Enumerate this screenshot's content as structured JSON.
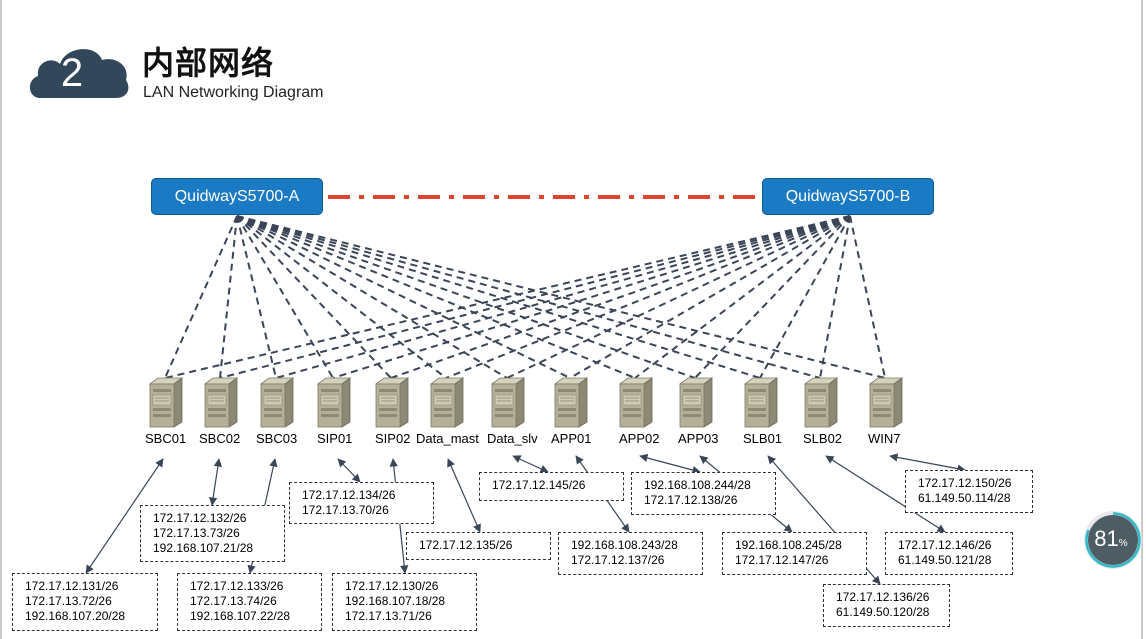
{
  "header": {
    "section_number": "2",
    "title": "内部网络",
    "subtitle": "LAN Networking Diagram"
  },
  "switches": [
    {
      "name": "QuidwayS5700-A"
    },
    {
      "name": "QuidwayS5700-B"
    }
  ],
  "servers": [
    {
      "name": "SBC01"
    },
    {
      "name": "SBC02"
    },
    {
      "name": "SBC03"
    },
    {
      "name": "SIP01"
    },
    {
      "name": "SIP02"
    },
    {
      "name": "Data_mast"
    },
    {
      "name": "Data_slv"
    },
    {
      "name": "APP01"
    },
    {
      "name": "APP02"
    },
    {
      "name": "APP03"
    },
    {
      "name": "SLB01"
    },
    {
      "name": "SLB02"
    },
    {
      "name": "WIN7"
    }
  ],
  "ip_boxes": [
    {
      "server": "SBC01",
      "lines": [
        "172.17.12.131/26",
        "172.17.13.72/26",
        "192.168.107.20/28"
      ]
    },
    {
      "server": "SBC02",
      "lines": [
        "172.17.12.132/26",
        "172.17.13.73/26",
        "192.168.107.21/28"
      ]
    },
    {
      "server": "SBC03",
      "lines": [
        "172.17.12.133/26",
        "172.17.13.74/26",
        "192.168.107.22/28"
      ]
    },
    {
      "server": "SIP01",
      "lines": [
        "172.17.12.134/26",
        "172.17.13.70/26"
      ]
    },
    {
      "server": "SIP02",
      "lines": [
        "172.17.12.130/26",
        "192.168.107.18/28",
        "172.17.13.71/26"
      ]
    },
    {
      "server": "Data_mast",
      "lines": [
        "172.17.12.135/26"
      ]
    },
    {
      "server": "Data_slv",
      "lines": [
        "172.17.12.145/26"
      ]
    },
    {
      "server": "APP01",
      "lines": [
        "192.168.108.243/28",
        "172.17.12.137/26"
      ]
    },
    {
      "server": "APP02",
      "lines": [
        "192.168.108.244/28",
        "172.17.12.138/26"
      ]
    },
    {
      "server": "APP03",
      "lines": [
        "192.168.108.245/28",
        "172.17.12.147/26"
      ]
    },
    {
      "server": "SLB01",
      "lines": [
        "172.17.12.136/26",
        "61.149.50.120/28"
      ]
    },
    {
      "server": "SLB02",
      "lines": [
        "172.17.12.146/26",
        "61.149.50.121/28"
      ]
    },
    {
      "server": "WIN7",
      "lines": [
        "172.17.12.150/26",
        "61.149.50.114/28"
      ]
    }
  ],
  "gauge": {
    "value": "81",
    "unit": "%"
  },
  "colors": {
    "switch_fill": "#1a7ac3",
    "interlink": "#e0442e",
    "link": "#3a4658",
    "cloud": "#33475b",
    "server_body": "#b4b098"
  }
}
